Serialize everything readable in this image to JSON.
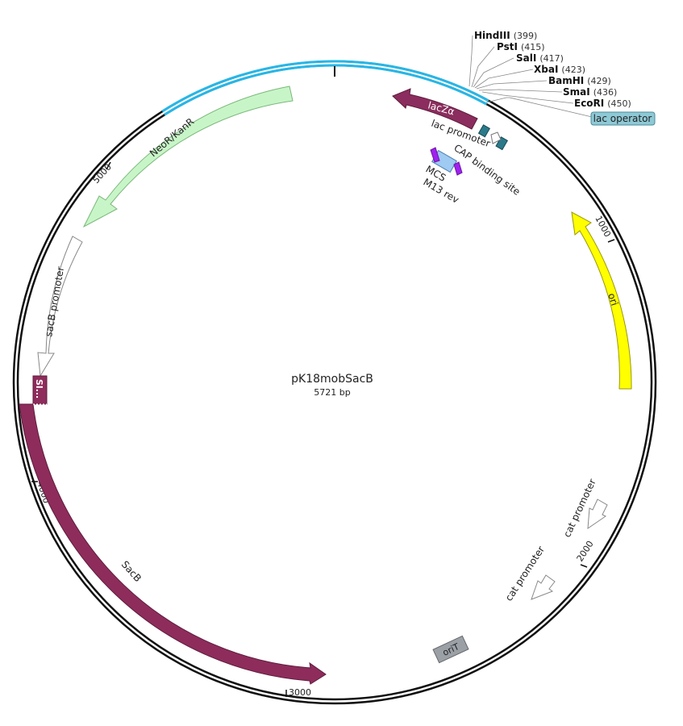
{
  "plasmid": {
    "name": "pK18mobSacB",
    "length_label": "5721 bp"
  },
  "ticks": [
    "1000",
    "2000",
    "3000",
    "4000",
    "5000"
  ],
  "restriction_sites": [
    {
      "name": "HindIII",
      "pos": "(399)"
    },
    {
      "name": "PstI",
      "pos": "(415)"
    },
    {
      "name": "SalI",
      "pos": "(417)"
    },
    {
      "name": "XbaI",
      "pos": "(423)"
    },
    {
      "name": "BamHI",
      "pos": "(429)"
    },
    {
      "name": "SmaI",
      "pos": "(436)"
    },
    {
      "name": "EcoRI",
      "pos": "(450)"
    }
  ],
  "features": {
    "lacZa": "lacZα",
    "lac_promoter": "lac promoter",
    "cap_site": "CAP binding site",
    "mcs": "MCS",
    "m13_rev": "M13 rev",
    "lac_operator": "lac operator",
    "ori": "ori",
    "cat_promoter_1": "cat promoter",
    "cat_promoter_2": "cat promoter",
    "oriT": "oriT",
    "sacB": "SacB",
    "sacB_small": "Sl...",
    "sacB_promoter": "sacB promoter",
    "neoR": "NeoR/KanR"
  },
  "colors": {
    "backbone": "#111111",
    "highlight": "#27b6e6",
    "lacZ": "#8b2d5e",
    "sacB": "#8e2c5c",
    "ori": "#ffff00",
    "neoR": "#c8f5c8",
    "oriT": "#9aa0a6",
    "lac_operator": "#8ec9d6",
    "lac_promoter": "#2a7a8a",
    "mcs": "#9fcaf2",
    "m13": "#a020f0"
  }
}
